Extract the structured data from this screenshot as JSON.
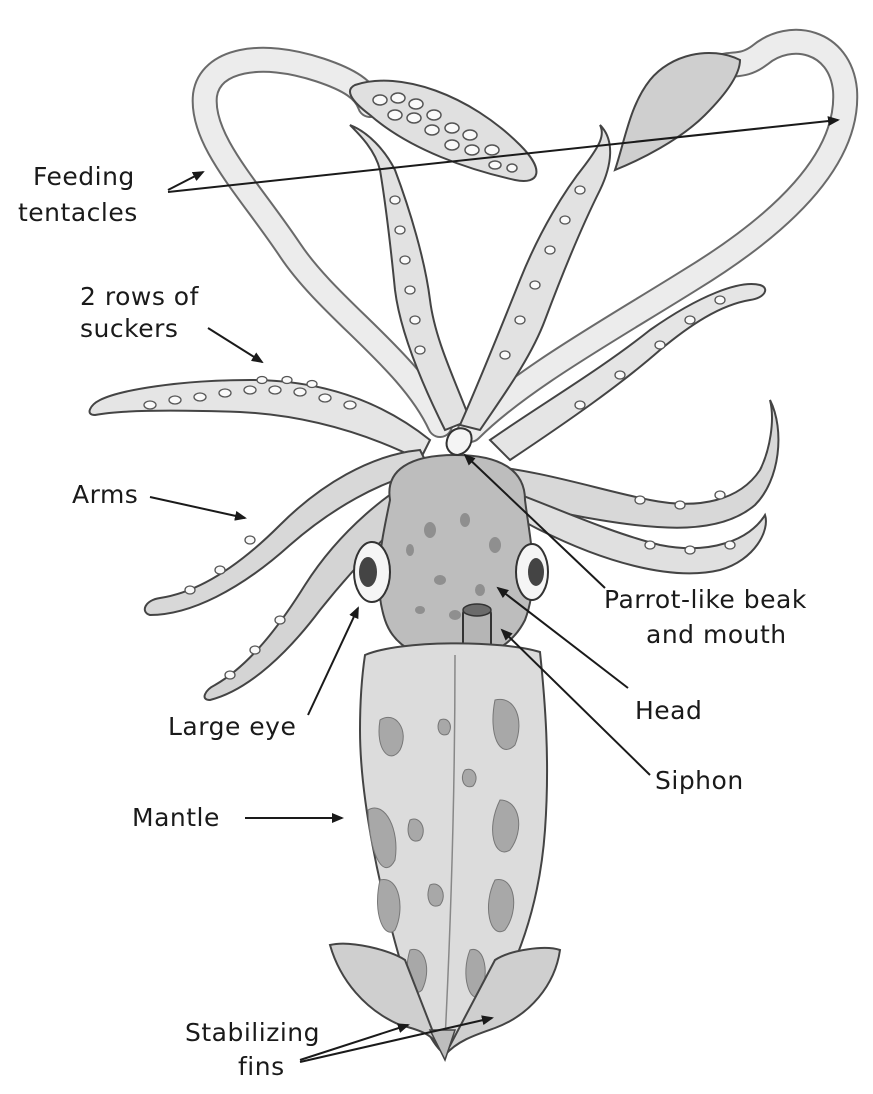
{
  "diagram": {
    "labels": {
      "feeding_tentacles_1": "Feeding",
      "feeding_tentacles_2": "tentacles",
      "suckers_1": "2 rows of",
      "suckers_2": "suckers",
      "arms": "Arms",
      "beak_1": "Parrot-like beak",
      "beak_2": "and mouth",
      "large_eye": "Large eye",
      "head": "Head",
      "siphon": "Siphon",
      "mantle": "Mantle",
      "fins_1": "Stabilizing",
      "fins_2": "fins"
    },
    "colors": {
      "ink": "#1a1a1a",
      "body_fill": "#d9d9d9",
      "limb_fill": "#e4e4e4",
      "spot_fill": "#a8a8a8",
      "fin_fill": "#cfcfcf"
    }
  }
}
